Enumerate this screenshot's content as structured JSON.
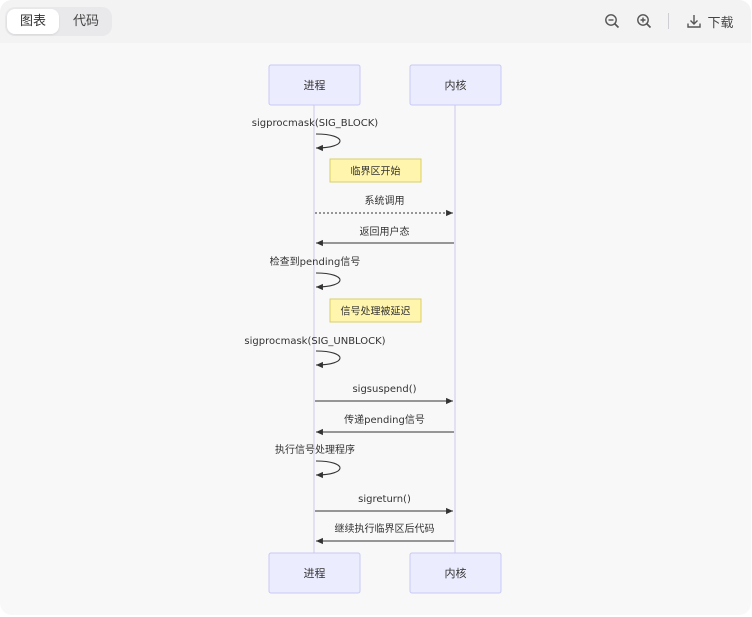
{
  "toolbar": {
    "tab_diagram": "图表",
    "tab_code": "代码",
    "zoom_out_icon": "zoom-out-icon",
    "zoom_in_icon": "zoom-in-icon",
    "download_icon": "download-icon",
    "download_label": "下载"
  },
  "diagram": {
    "participants": [
      "进程",
      "内核"
    ],
    "notes": [
      "临界区开始",
      "信号处理被延迟"
    ],
    "messages": [
      {
        "label": "sigprocmask(SIG_BLOCK)",
        "from": 0,
        "to": 0,
        "style": "self"
      },
      {
        "label": "系统调用",
        "from": 0,
        "to": 1,
        "style": "dotted"
      },
      {
        "label": "返回用户态",
        "from": 1,
        "to": 0,
        "style": "solid"
      },
      {
        "label": "检查到pending信号",
        "from": 0,
        "to": 0,
        "style": "self"
      },
      {
        "label": "sigprocmask(SIG_UNBLOCK)",
        "from": 0,
        "to": 0,
        "style": "self"
      },
      {
        "label": "sigsuspend()",
        "from": 0,
        "to": 1,
        "style": "solid"
      },
      {
        "label": "传递pending信号",
        "from": 1,
        "to": 0,
        "style": "solid"
      },
      {
        "label": "执行信号处理程序",
        "from": 0,
        "to": 0,
        "style": "self"
      },
      {
        "label": "sigreturn()",
        "from": 0,
        "to": 1,
        "style": "solid"
      },
      {
        "label": "继续执行临界区后代码",
        "from": 1,
        "to": 0,
        "style": "solid"
      }
    ],
    "colors": {
      "actor_fill": "#ececff",
      "actor_stroke": "#c8c8f5",
      "lifeline": "#cfc8f0",
      "line": "#333333",
      "note_fill": "#fff5ad",
      "note_stroke": "#d8cf6a"
    }
  }
}
